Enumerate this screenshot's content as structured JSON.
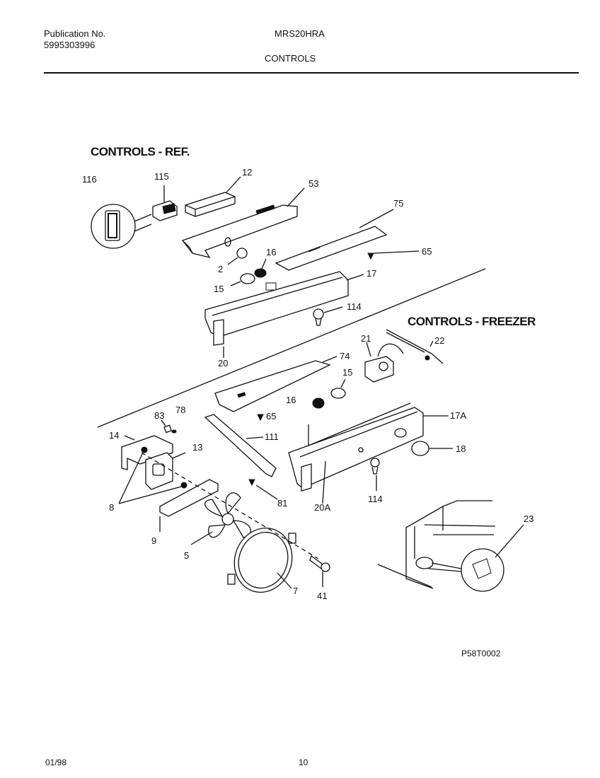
{
  "header": {
    "publication_label": "Publication No.",
    "publication_number": "5995303996",
    "model": "MRS20HRA",
    "section": "CONTROLS"
  },
  "sections": {
    "ref": "CONTROLS - REF.",
    "freezer": "CONTROLS - FREEZER"
  },
  "callouts": {
    "c116": "116",
    "c115": "115",
    "c12": "12",
    "c53": "53",
    "c75": "75",
    "c65a": "65",
    "c16a": "16",
    "c2": "2",
    "c15a": "15",
    "c17": "17",
    "c114a": "114",
    "c20": "20",
    "c21": "21",
    "c22": "22",
    "c74": "74",
    "c15b": "15",
    "c16b": "16",
    "c65b": "65",
    "c17A": "17A",
    "c83": "83",
    "c78": "78",
    "c14": "14",
    "c13": "13",
    "c111": "111",
    "c18": "18",
    "c8": "8",
    "c81": "81",
    "c20A": "20A",
    "c114b": "114",
    "c9": "9",
    "c5": "5",
    "c23": "23",
    "c7": "7",
    "c41": "41"
  },
  "drawing_code": "P58T0002",
  "footer": {
    "date": "01/98",
    "page": "10"
  }
}
